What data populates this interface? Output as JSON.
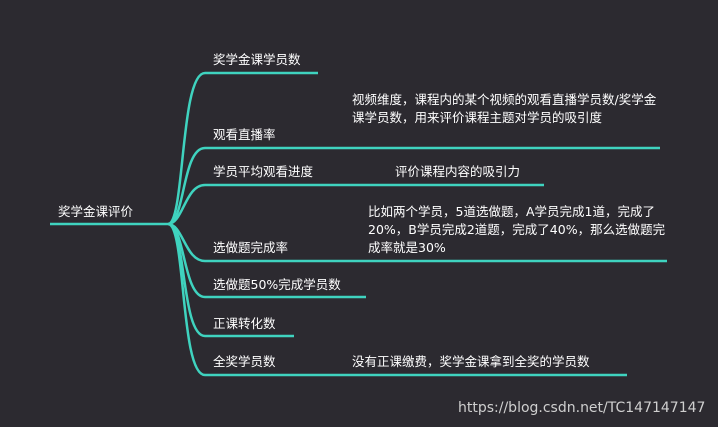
{
  "mindmap": {
    "root": "奖学金课评价",
    "branches": [
      {
        "label": "奖学金课学员数",
        "note": ""
      },
      {
        "label": "观看直播率",
        "note": "视频维度，课程内的某个视频的观看直播学员数/奖学金课学员数，用来评价课程主题对学员的吸引度"
      },
      {
        "label": "学员平均观看进度",
        "note": "评价课程内容的吸引力"
      },
      {
        "label": "选做题完成率",
        "note": "比如两个学员，5道选做题，A学员完成1道，完成了20%，B学员完成2道题，完成了40%，那么选做题完成率就是30%"
      },
      {
        "label": "选做题50%完成学员数",
        "note": ""
      },
      {
        "label": "正课转化数",
        "note": ""
      },
      {
        "label": "全奖学员数",
        "note": "没有正课缴费，奖学金课拿到全奖的学员数"
      }
    ]
  },
  "colors": {
    "background": "#2c2a30",
    "branch": "#3fd3bf",
    "text": "#ffffff"
  },
  "watermark": "https://blog.csdn.net/TC147147147"
}
